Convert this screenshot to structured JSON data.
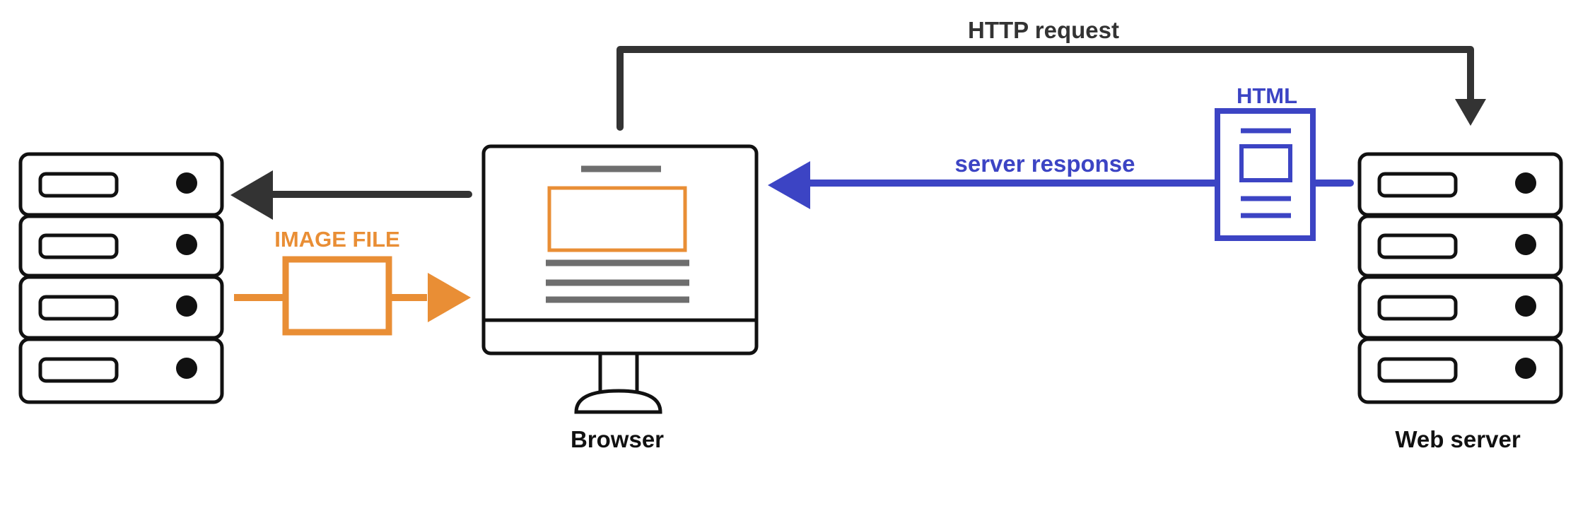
{
  "labels": {
    "http_request": "HTTP request",
    "server_response": "server response",
    "html_doc": "HTML",
    "image_file": "IMAGE FILE",
    "browser": "Browser",
    "web_server": "Web server"
  },
  "colors": {
    "ink": "#111111",
    "request_arrow": "#333333",
    "response_blue": "#3c44c4",
    "image_orange": "#e98e35",
    "screen_line_gray": "#6e6e6e"
  },
  "icons": {
    "left_server": "server-rack-icon",
    "web_server": "server-rack-icon",
    "browser": "monitor-icon",
    "html_document": "document-icon",
    "image_file": "image-file-icon"
  }
}
